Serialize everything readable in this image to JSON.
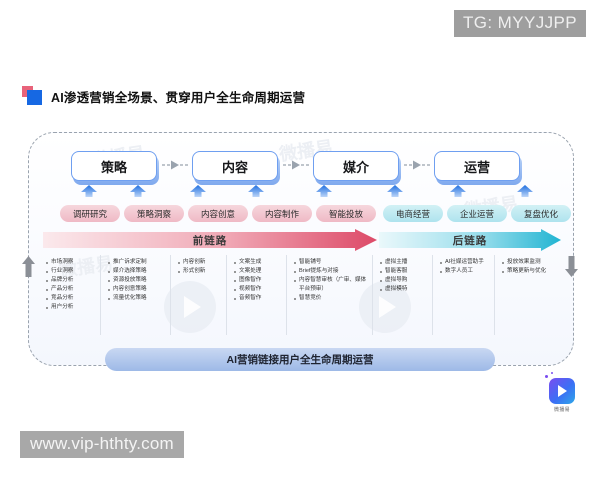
{
  "watermarks": {
    "top_right": "TG: MYYJJPP",
    "bottom_left": "www.vip-hthty.com"
  },
  "header": {
    "title": "AI渗透营销全场景、贯穿用户全生命周期运营",
    "accent_red": "#e8637a",
    "accent_blue": "#1668e3"
  },
  "diagram": {
    "stages": [
      {
        "label": "策略"
      },
      {
        "label": "内容"
      },
      {
        "label": "媒介"
      },
      {
        "label": "运营"
      }
    ],
    "pills": [
      {
        "label": "调研研究",
        "tone": "pink"
      },
      {
        "label": "策略洞察",
        "tone": "pink"
      },
      {
        "label": "内容创意",
        "tone": "pink"
      },
      {
        "label": "内容制作",
        "tone": "pink"
      },
      {
        "label": "智能投放",
        "tone": "pink"
      },
      {
        "label": "电商经营",
        "tone": "cyan"
      },
      {
        "label": "企业运营",
        "tone": "cyan"
      },
      {
        "label": "复盘优化",
        "tone": "cyan"
      }
    ],
    "chains": [
      {
        "label": "前链路",
        "color": "#e0566f"
      },
      {
        "label": "后链路",
        "color": "#2bb6cf"
      }
    ],
    "columns": [
      {
        "items": [
          "市场洞察",
          "行业洞察",
          "品牌分析",
          "产品分析",
          "竞品分析",
          "用户分析"
        ]
      },
      {
        "items": [
          "推广诉求定制",
          "媒介选择策略",
          "资源投放策略",
          "内容创意策略",
          "流量优化策略"
        ]
      },
      {
        "items": [
          "内容创新",
          "形式创新"
        ]
      },
      {
        "items": [
          "文案生成",
          "文案处理",
          "图像智作",
          "视频智作",
          "音频智作"
        ]
      },
      {
        "items": [
          "智能铺号",
          "Brief提炼与对接",
          "内容智慧审核（广审、媒体平台预审）",
          "智慧竞价"
        ]
      },
      {
        "items": [
          "虚拟主播",
          "智能客服",
          "虚拟导购",
          "虚拟模特"
        ]
      },
      {
        "items": [
          "AI社媒运营助手",
          "数字人员工"
        ]
      },
      {
        "items": [
          "投放效果监测",
          "策略更新与优化"
        ]
      }
    ],
    "bottom_bar": "AI营销链接用户全生命周期运营"
  },
  "brand": {
    "name": "微播易"
  }
}
